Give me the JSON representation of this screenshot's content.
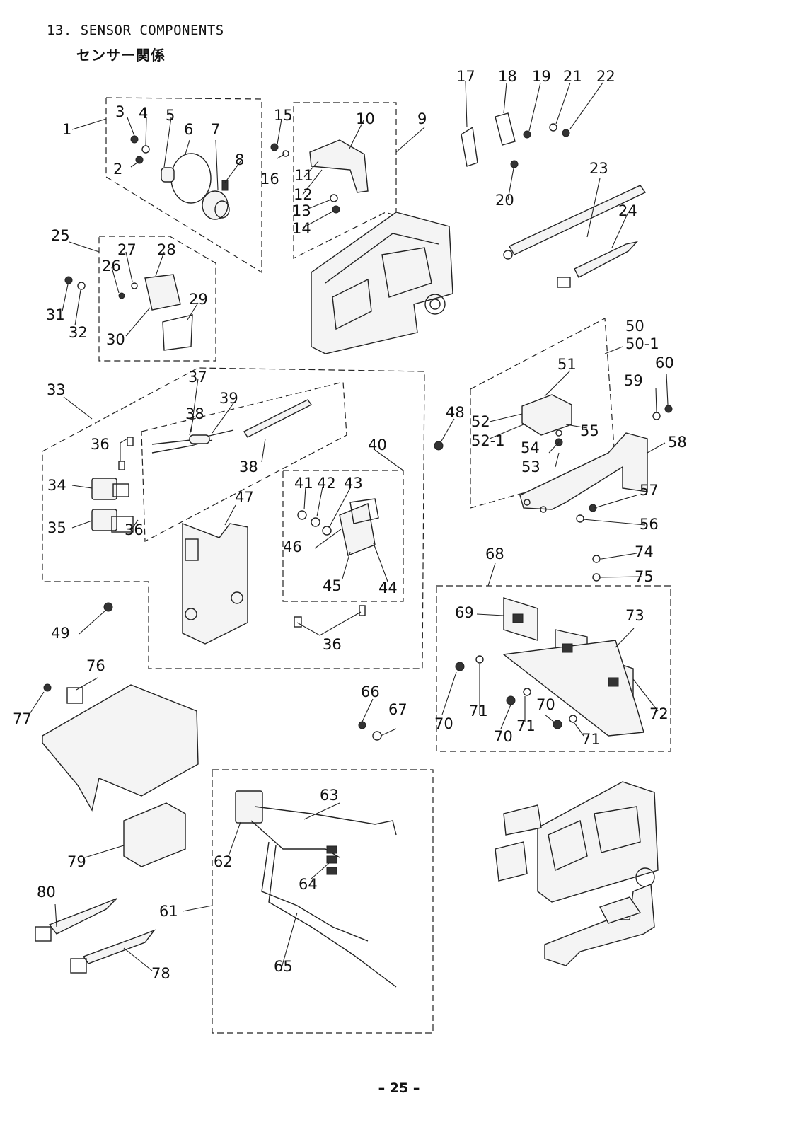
{
  "header": {
    "title": "13. SENSOR COMPONENTS",
    "subtitle": "センサー関係"
  },
  "footer": {
    "page": "– 25 –"
  },
  "callouts": [
    "1",
    "2",
    "3",
    "4",
    "5",
    "6",
    "7",
    "8",
    "9",
    "10",
    "11",
    "12",
    "13",
    "14",
    "15",
    "16",
    "17",
    "18",
    "19",
    "20",
    "21",
    "22",
    "23",
    "24",
    "25",
    "26",
    "27",
    "28",
    "29",
    "30",
    "31",
    "32",
    "33",
    "34",
    "35",
    "36",
    "37",
    "38",
    "39",
    "40",
    "41",
    "42",
    "43",
    "44",
    "45",
    "46",
    "47",
    "48",
    "49",
    "50",
    "50-1",
    "51",
    "52",
    "52-1",
    "53",
    "54",
    "55",
    "56",
    "57",
    "58",
    "59",
    "60",
    "61",
    "62",
    "63",
    "64",
    "65",
    "66",
    "67",
    "68",
    "69",
    "70",
    "71",
    "72",
    "73",
    "74",
    "75",
    "76",
    "77",
    "78",
    "79",
    "80"
  ]
}
